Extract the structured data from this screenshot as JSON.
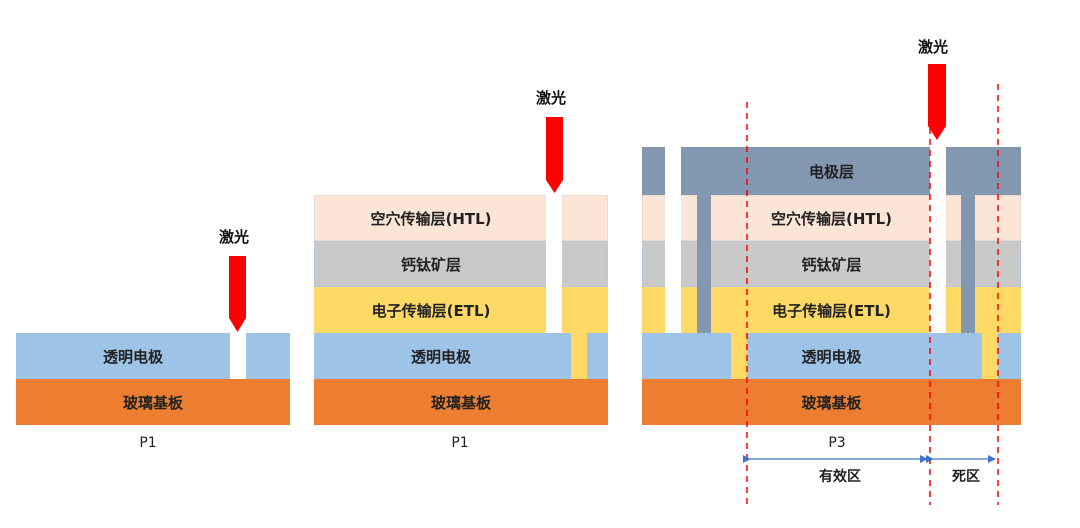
{
  "laser_label": "激光",
  "layers": {
    "glass": "玻璃基板",
    "tco": "透明电极",
    "etl": "电子传输层(ETL)",
    "perovskite": "钙钛矿层",
    "htl": "空穴传输层(HTL)",
    "electrode": "电极层"
  },
  "captions": {
    "step1": "P1",
    "step2": "P1",
    "step3": "P3"
  },
  "regions": {
    "active": "有效区",
    "dead": "死区"
  },
  "colors": {
    "laser": "#FF0000",
    "glass": "#ED7D31",
    "tco": "#9DC3E6",
    "etl": "#FFD966",
    "perovskite": "#C9C9C9",
    "htl": "#FBE5D6",
    "electrode": "#8497B0",
    "guide_line": "#FF0000",
    "dimension_arrow": "#4472C4"
  }
}
